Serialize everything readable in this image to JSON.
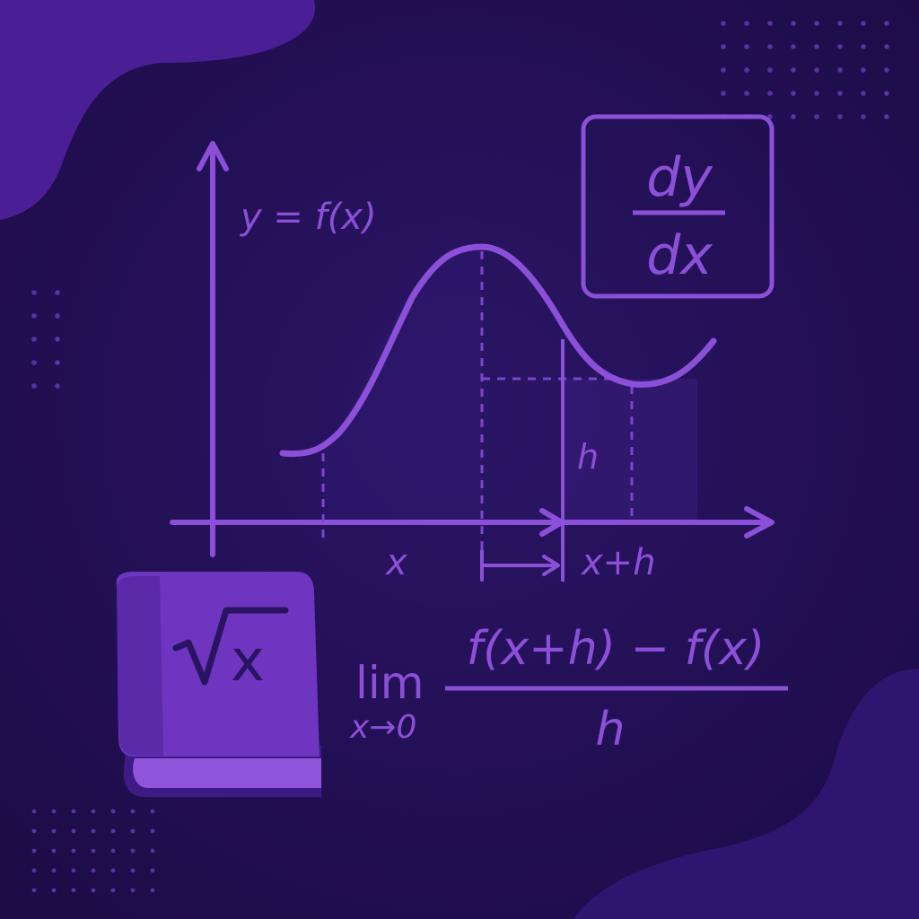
{
  "colors": {
    "background": "#1f0f4e",
    "accent": "#8b4fd8",
    "blob": "#4a1f96",
    "book_cover": "#6d35c0",
    "book_spine": "#5a2aa8",
    "book_pages": "#8f56dc"
  },
  "graph": {
    "function_label": "y = f(x)",
    "x_label": "x",
    "x_plus_h_label": "x+h",
    "h_label": "h"
  },
  "derivative_box": {
    "numerator": "dy",
    "denominator": "dx"
  },
  "limit": {
    "operator": "lim",
    "subscript": "x→0",
    "numerator": "f(x+h) − f(x)",
    "denominator": "h"
  },
  "book": {
    "icon": "square-root-icon",
    "cover_text": "√x"
  }
}
